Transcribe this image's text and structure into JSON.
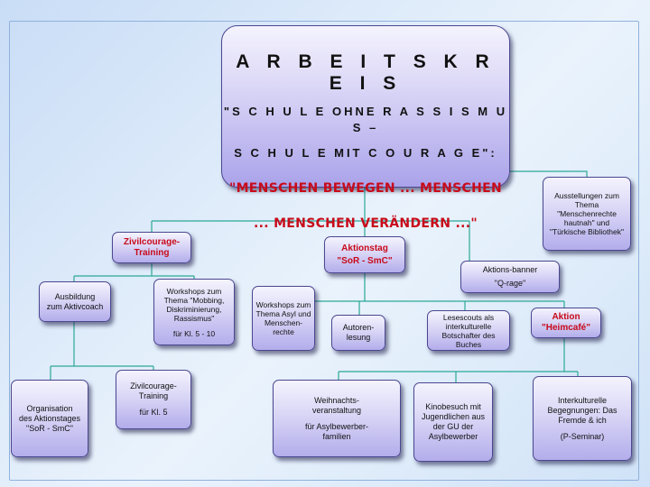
{
  "title": {
    "line1": "A R B E I T S K R E I S",
    "line2": "\"S C H U L E  OHNE  R A S S I S M U S –",
    "line3": "S C H U L E  MIT  C O U R A G E\":",
    "motto1": "\"MENSCHEN BEWEGEN ... MENSCHEN",
    "motto2": "... MENSCHEN VERÄNDERN ...\""
  },
  "nodes": {
    "ausstellungen": [
      "Ausstellungen zum Thema",
      "\"Menschenrechte hautnah\" und",
      "\"Türkische Bibliothek\""
    ],
    "zivilcourage_training": [
      "Zivilcourage-",
      "Training"
    ],
    "aktionstag": [
      "Aktionstag",
      "\"SoR - SmC\""
    ],
    "aktions_banner": {
      "title": "Aktions-banner",
      "sub": "\"Q-rage\""
    },
    "ausbildung": [
      "Ausbildung",
      "zum Aktivcoach"
    ],
    "workshops_mobbing": {
      "text": "Workshops zum Thema \"Mobbing, Diskriminierung, Rassismus\"",
      "sub": "für Kl. 5 - 10"
    },
    "workshops_asyl": "Workshops zum Thema Asyl und Menschen-rechte",
    "autorenlesung": [
      "Autoren-",
      "lesung"
    ],
    "lesescouts": "Lesescouts als interkulturelle Botschafter des Buches",
    "aktion_heimcafe": [
      "Aktion",
      "\"Heimcafé\""
    ],
    "organisation": [
      "Organisation",
      "des Aktionstages",
      "\"SoR - SmC\""
    ],
    "zivilcourage_kl5": {
      "text": "Zivilcourage-Training",
      "sub": "für Kl. 5"
    },
    "weihnachts": {
      "text": "Weihnachts-veranstaltung",
      "sub": "für Asylbewerber-familien"
    },
    "kinobesuch": "Kinobesuch mit Jugendlichen aus der GU der Asylbewerber",
    "interkulturelle": {
      "text": "Interkulturelle Begegnungen: Das Fremde & ich",
      "sub": "(P-Seminar)"
    }
  },
  "colors": {
    "line": "#2ba896",
    "accent_text": "#c80a1a",
    "box_border": "#4b4790"
  }
}
